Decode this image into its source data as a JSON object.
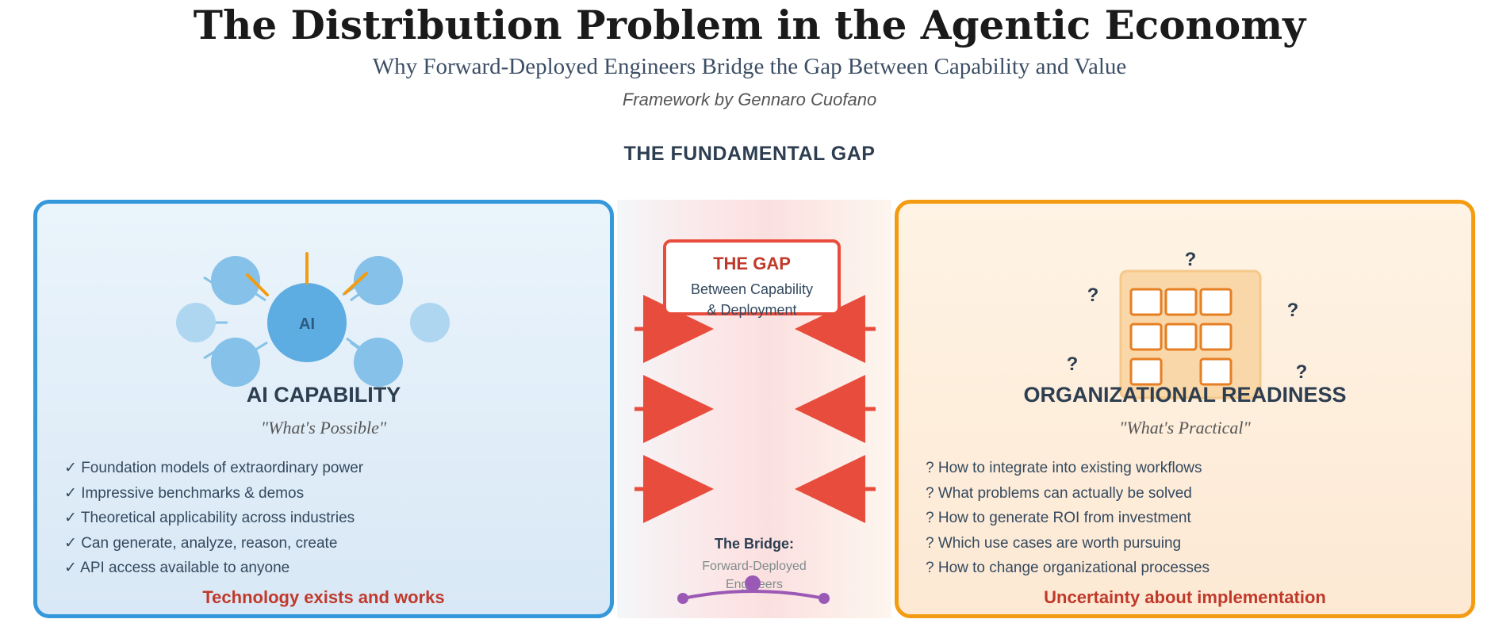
{
  "header": {
    "title": "The Distribution Problem in the Agentic Economy",
    "subtitle": "Why Forward-Deployed Engineers Bridge the Gap Between Capability and Value",
    "author": "Framework by Gennaro Cuofano",
    "section": "THE FUNDAMENTAL GAP"
  },
  "left": {
    "node_label": "AI",
    "title": "AI CAPABILITY",
    "subtitle": "\"What's Possible\"",
    "items": [
      "✓ Foundation models of extraordinary power",
      "✓ Impressive benchmarks & demos",
      "✓ Theoretical applicability across industries",
      "✓ Can generate, analyze, reason, create",
      "✓ API access available to anyone"
    ],
    "footer": "Technology exists and works",
    "color": "#3498db"
  },
  "gap": {
    "title": "THE GAP",
    "line1": "Between Capability",
    "line2": "& Deployment",
    "bridge_title": "The Bridge:",
    "bridge_line1": "Forward-Deployed",
    "bridge_line2": "Engineers",
    "color": "#e74c3c"
  },
  "right": {
    "question_mark": "?",
    "title": "ORGANIZATIONAL READINESS",
    "subtitle": "\"What's Practical\"",
    "items": [
      "? How to integrate into existing workflows",
      "? What problems can actually be solved",
      "? How to generate ROI from investment",
      "? Which use cases are worth pursuing",
      "? How to change organizational processes"
    ],
    "footer": "Uncertainty about implementation",
    "color": "#f39c12"
  }
}
